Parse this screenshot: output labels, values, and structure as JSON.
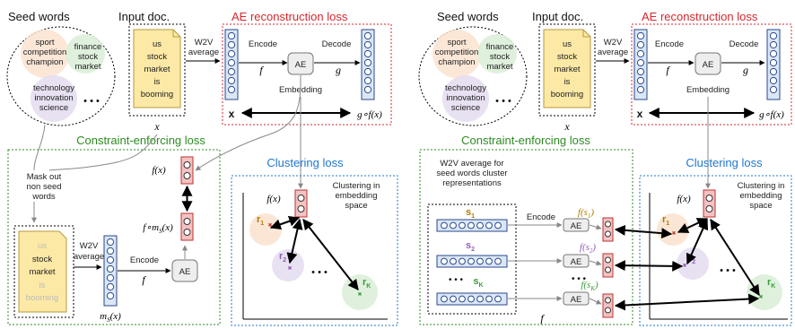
{
  "left_panel": {
    "seed_words_title": "Seed words",
    "input_doc_title": "Input doc.",
    "ae_loss_title": "AE reconstruction loss",
    "seed_group_1": [
      "sport",
      "competition",
      "champion"
    ],
    "seed_group_2": [
      "finance",
      "stock",
      "market"
    ],
    "seed_group_3": [
      "technology",
      "innovation",
      "science"
    ],
    "ellipsis": "• • •",
    "doc_words": [
      "us",
      "stock",
      "market",
      "is",
      "booming"
    ],
    "doc_var": "x",
    "w2v_average": [
      "W2V",
      "average"
    ],
    "encode": "Encode",
    "decode": "Decode",
    "encoder_fn": "f",
    "decoder_fn": "g",
    "ae_label": "AE",
    "embedding_label": "Embedding",
    "x_bold": "x",
    "recon_label": "g∘f(x)",
    "constraint_title": "Constraint-enforcing loss",
    "clustering_title": "Clustering loss",
    "mask_out": [
      "Mask out",
      "non seed",
      "words"
    ],
    "fx_label": "f(x)",
    "fm_label": "f∘m",
    "fm_sub": "S",
    "fm_tail": "(x)",
    "masked_doc_words": [
      "us",
      "stock",
      "market",
      "is",
      "booming"
    ],
    "w2v_average_2": [
      "W2V",
      "average"
    ],
    "encode_2": "Encode",
    "encoder_fn_2": "f",
    "ae_label_2": "AE",
    "m_label": "m",
    "m_sub": "S",
    "m_tail": "(x)",
    "cluster_fx": "f(x)",
    "clustering_in": [
      "Clustering in",
      "embedding",
      "space"
    ],
    "r1": "r",
    "r1_sub": "1",
    "r2": "r",
    "r2_sub": "2",
    "rk": "r",
    "rk_sub": "K",
    "dots": "• • •"
  },
  "right_panel": {
    "seed_words_title": "Seed words",
    "input_doc_title": "Input doc.",
    "ae_loss_title": "AE reconstruction loss",
    "seed_group_1": [
      "sport",
      "competition",
      "champion"
    ],
    "seed_group_2": [
      "finance",
      "stock",
      "market"
    ],
    "seed_group_3": [
      "technology",
      "innovation",
      "science"
    ],
    "ellipsis": "• • •",
    "doc_words": [
      "us",
      "stock",
      "market",
      "is",
      "booming"
    ],
    "doc_var": "x",
    "w2v_average": [
      "W2V",
      "average"
    ],
    "encode": "Encode",
    "decode": "Decode",
    "encoder_fn": "f",
    "decoder_fn": "g",
    "ae_label": "AE",
    "embedding_label": "Embedding",
    "x_bold": "x",
    "recon_label": "g∘f(x)",
    "constraint_title": "Constraint-enforcing loss",
    "clustering_title": "Clustering loss",
    "w2v_seed": [
      "W2V average for",
      "seed words cluster",
      "representations"
    ],
    "s1": "s",
    "s1_sub": "1",
    "s2": "s",
    "s2_sub": "2",
    "sk": "s",
    "sk_sub": "K",
    "encode_2": "Encode",
    "fs1": "f(s",
    "fs1_sub": "1",
    "fs2": "f(s",
    "fs2_sub": "2",
    "fsk": "f(s",
    "fsk_sub": "K",
    "close_paren": ")",
    "ae_label_2": "AE",
    "encoder_fn_2": "f",
    "vdots": "• • •",
    "cluster_fx": "f(x)",
    "clustering_in": [
      "Clustering in",
      "embedding",
      "space"
    ],
    "r1": "r",
    "r1_sub": "1",
    "r2": "r",
    "r2_sub": "2",
    "rk": "r",
    "rk_sub": "K",
    "dots": "• • •"
  },
  "colors": {
    "ae_red": "#d6272d",
    "constraint_green": "#2e8b22",
    "clustering_blue": "#1f77d0",
    "doc_yellow": "#fde9a6",
    "vector_blue": "#dbe6f7",
    "embed_red": "#f4c2c2",
    "seed_orange": "#fbe3d0",
    "seed_green": "#dcefd9",
    "seed_purple": "#e6def1",
    "ae_box": "#eeeeee",
    "s1_color": "#b07a00",
    "s2_color": "#8e5fb5",
    "sk_color": "#3c9b3c"
  }
}
